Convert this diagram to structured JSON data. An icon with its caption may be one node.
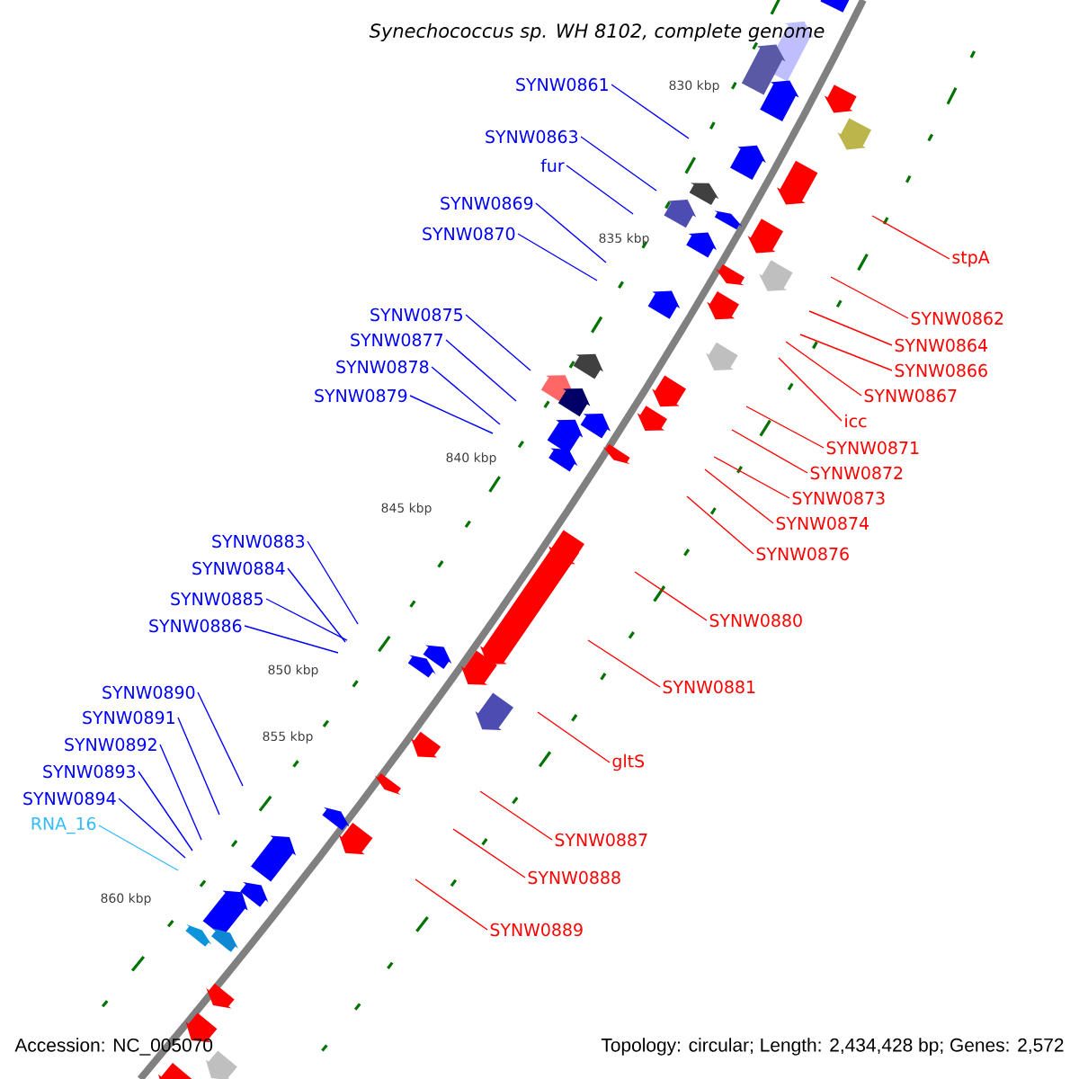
{
  "diagram": {
    "title": "Synechococcus sp. WH 8102, complete genome",
    "nodes": [
      {
        "text": [
          "SYNW0861"
        ]
      },
      {
        "text": [
          "SYNW0863"
        ]
      },
      {
        "text": [
          "fur"
        ]
      },
      {
        "text": [
          "SYNW0869"
        ]
      },
      {
        "text": [
          "SYNW0870"
        ]
      },
      {
        "text": [
          "SYNW0875"
        ]
      },
      {
        "text": [
          "SYNW0877"
        ]
      },
      {
        "text": [
          "SYNW0878"
        ]
      },
      {
        "text": [
          "SYNW0879"
        ]
      },
      {
        "text": [
          "SYNW0883"
        ]
      },
      {
        "text": [
          "SYNW0884"
        ]
      },
      {
        "text": [
          "SYNW0885"
        ]
      },
      {
        "text": [
          "SYNW0886"
        ]
      },
      {
        "text": [
          "SYNW0890"
        ]
      },
      {
        "text": [
          "SYNW0891"
        ]
      },
      {
        "text": [
          "SYNW0892"
        ]
      },
      {
        "text": [
          "SYNW0893"
        ]
      },
      {
        "text": [
          "SYNW0894"
        ]
      },
      {
        "text": [
          "RNA_16"
        ]
      },
      {
        "text": [
          "stpA"
        ]
      },
      {
        "text": [
          "SYNW0862"
        ]
      },
      {
        "text": [
          "SYNW0864"
        ]
      },
      {
        "text": [
          "SYNW0866"
        ]
      },
      {
        "text": [
          "SYNW0867"
        ]
      },
      {
        "text": [
          "icc"
        ]
      },
      {
        "text": [
          "SYNW0871"
        ]
      },
      {
        "text": [
          "SYNW0872"
        ]
      },
      {
        "text": [
          "SYNW0873"
        ]
      },
      {
        "text": [
          "SYNW0874"
        ]
      },
      {
        "text": [
          "SYNW0876"
        ]
      },
      {
        "text": [
          "SYNW0880"
        ]
      },
      {
        "text": [
          "SYNW0881"
        ]
      },
      {
        "text": [
          "gltS"
        ]
      },
      {
        "text": [
          "SYNW0887"
        ]
      },
      {
        "text": [
          "SYNW0888"
        ]
      },
      {
        "text": [
          "SYNW0889"
        ]
      }
    ],
    "edges": [
      {
        "from": 0,
        "to": null,
        "arrow": "none"
      },
      {
        "from": 1,
        "to": null,
        "arrow": "none"
      },
      {
        "from": 2,
        "to": null,
        "arrow": "none"
      },
      {
        "from": 3,
        "to": null,
        "arrow": "none"
      },
      {
        "from": 4,
        "to": null,
        "arrow": "none"
      },
      {
        "from": 5,
        "to": null,
        "arrow": "none"
      },
      {
        "from": 6,
        "to": null,
        "arrow": "none"
      },
      {
        "from": 7,
        "to": null,
        "arrow": "none"
      },
      {
        "from": 8,
        "to": null,
        "arrow": "none"
      },
      {
        "from": 9,
        "to": null,
        "arrow": "none"
      },
      {
        "from": 10,
        "to": null,
        "arrow": "none"
      },
      {
        "from": 11,
        "to": null,
        "arrow": "none"
      },
      {
        "from": 12,
        "to": null,
        "arrow": "none"
      },
      {
        "from": 13,
        "to": null,
        "arrow": "none"
      },
      {
        "from": 14,
        "to": null,
        "arrow": "none"
      },
      {
        "from": 15,
        "to": null,
        "arrow": "none"
      },
      {
        "from": 16,
        "to": null,
        "arrow": "none"
      },
      {
        "from": 17,
        "to": null,
        "arrow": "none"
      },
      {
        "from": 18,
        "to": null,
        "arrow": "none",
        "color": "#33bbff"
      },
      {
        "from": 19,
        "to": null,
        "arrow": "none",
        "color": "#ff0000"
      },
      {
        "from": 20,
        "to": null,
        "arrow": "none",
        "color": "#ff0000"
      },
      {
        "from": 21,
        "to": null,
        "arrow": "none",
        "color": "#ff0000"
      },
      {
        "from": 22,
        "to": null,
        "arrow": "none",
        "color": "#ff0000"
      },
      {
        "from": 23,
        "to": null,
        "arrow": "none",
        "color": "#ff0000"
      },
      {
        "from": 24,
        "to": null,
        "arrow": "none",
        "color": "#ff0000"
      },
      {
        "from": 25,
        "to": null,
        "arrow": "none",
        "color": "#ff0000"
      },
      {
        "from": 26,
        "to": null,
        "arrow": "none",
        "color": "#ff0000"
      },
      {
        "from": 27,
        "to": null,
        "arrow": "none",
        "color": "#ff0000"
      },
      {
        "from": 28,
        "to": null,
        "arrow": "none",
        "color": "#ff0000"
      },
      {
        "from": 29,
        "to": null,
        "arrow": "none",
        "color": "#ff0000"
      },
      {
        "from": 30,
        "to": null,
        "arrow": "none",
        "color": "#ff0000"
      },
      {
        "from": 31,
        "to": null,
        "arrow": "none",
        "color": "#ff0000"
      },
      {
        "from": 32,
        "to": null,
        "arrow": "none",
        "color": "#ff0000"
      },
      {
        "from": 33,
        "to": null,
        "arrow": "none",
        "color": "#ff0000"
      },
      {
        "from": 34,
        "to": null,
        "arrow": "none",
        "color": "#ff0000"
      },
      {
        "from": 35,
        "to": null,
        "arrow": "none",
        "color": "#ff0000"
      }
    ],
    "labels": [
      "830 kbp",
      "835 kbp",
      "840 kbp",
      "845 kbp",
      "850 kbp",
      "855 kbp",
      "860 kbp",
      "Accession: NC_005070",
      "Topology: circular; Length: 2,434,428 bp; Genes: 2,572"
    ]
  }
}
